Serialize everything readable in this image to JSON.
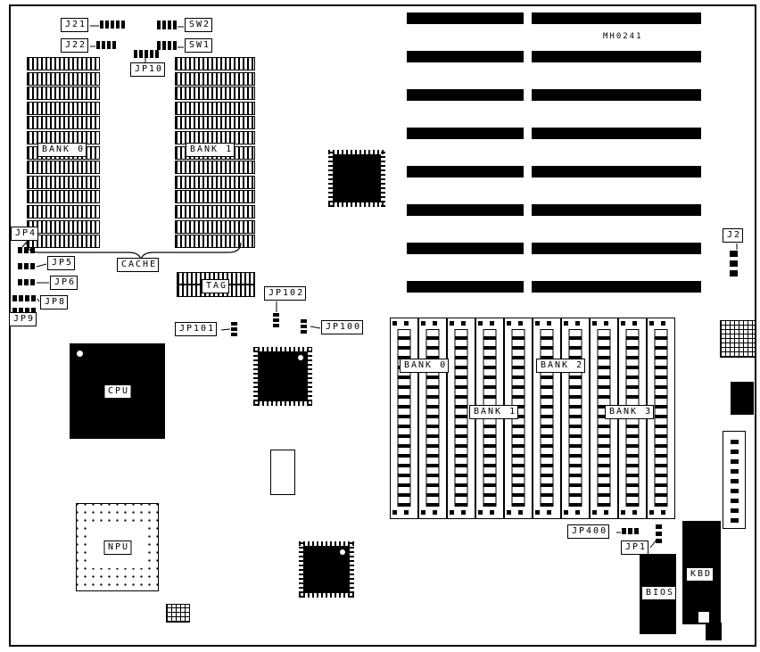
{
  "board": {
    "part_number": "MH0241",
    "colors": {
      "ink": "#000000",
      "paper": "#ffffff"
    }
  },
  "labels": {
    "j21": "J21",
    "sw2": "SW2",
    "j22": "J22",
    "sw1": "SW1",
    "jp10": "JP10",
    "cache_bank0": "BANK 0",
    "cache_bank1": "BANK 1",
    "cache": "CACHE",
    "tag": "TAG",
    "jp4": "JP4",
    "jp5": "JP5",
    "jp6": "JP6",
    "jp8": "JP8",
    "jp9": "JP9",
    "jp101": "JP101",
    "jp102": "JP102",
    "jp100": "JP100",
    "cpu": "CPU",
    "npu": "NPU",
    "j2": "J2",
    "simm_bank0": "BANK 0",
    "simm_bank1": "BANK 1",
    "simm_bank2": "BANK 2",
    "simm_bank3": "BANK 3",
    "jp400": "JP400",
    "jp1": "JP1",
    "bios": "BIOS",
    "kbd": "KBD"
  }
}
